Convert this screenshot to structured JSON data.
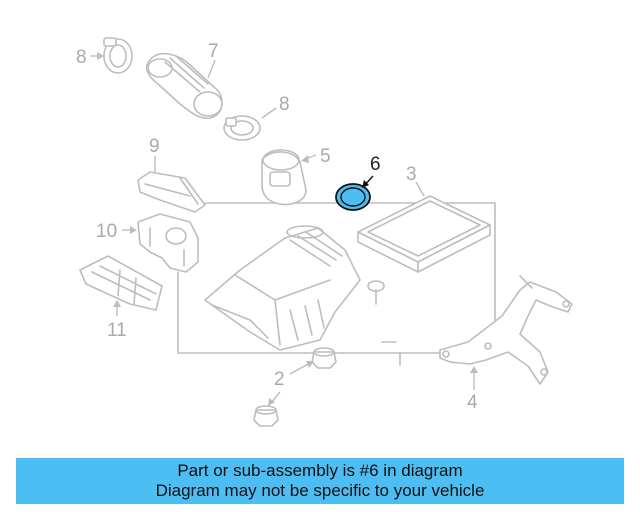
{
  "diagram": {
    "callouts": {
      "c1": "8",
      "c2": "7",
      "c3": "8",
      "c4": "5",
      "c5": "6",
      "c6": "3",
      "c7": "9",
      "c8": "10",
      "c9": "11",
      "c10": "2",
      "c11": "4"
    },
    "highlight_color": "#4dbef3"
  },
  "caption": {
    "line1": "Part or sub-assembly is #6 in diagram",
    "line2": "Diagram may not be specific to your vehicle"
  }
}
